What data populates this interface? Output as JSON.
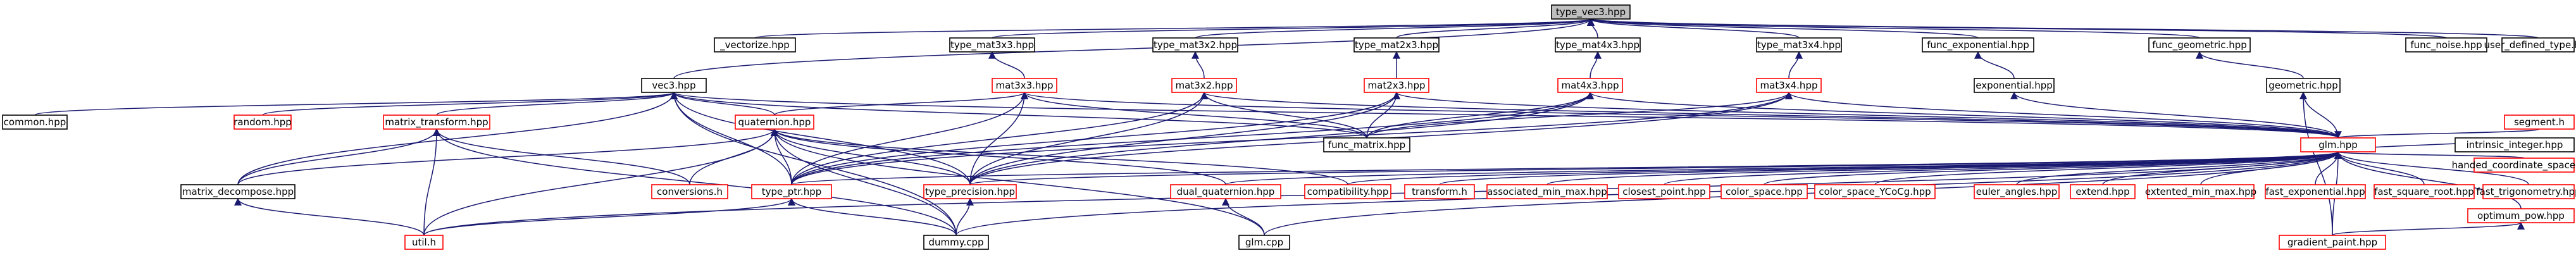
{
  "graph": {
    "edge_colors": {
      "black": "#191970",
      "red": "#63b8ff"
    },
    "node_border_colors": {
      "black": "#000000",
      "red": "#ff0000"
    },
    "root_fill": "#bfbfbf",
    "nodes": [
      {
        "id": "type_vec3_hpp",
        "label": "type_vec3.hpp",
        "style": "root"
      },
      {
        "id": "vectorize_hpp",
        "label": "_vectorize.hpp",
        "style": "black"
      },
      {
        "id": "type_mat3x3_hpp",
        "label": "type_mat3x3.hpp",
        "style": "black"
      },
      {
        "id": "type_mat3x2_hpp",
        "label": "type_mat3x2.hpp",
        "style": "black"
      },
      {
        "id": "type_mat2x3_hpp",
        "label": "type_mat2x3.hpp",
        "style": "black"
      },
      {
        "id": "type_mat4x3_hpp",
        "label": "type_mat4x3.hpp",
        "style": "black"
      },
      {
        "id": "type_mat3x4_hpp",
        "label": "type_mat3x4.hpp",
        "style": "black"
      },
      {
        "id": "func_exponential_hpp",
        "label": "func_exponential.hpp",
        "style": "black"
      },
      {
        "id": "func_geometric_hpp",
        "label": "func_geometric.hpp",
        "style": "black"
      },
      {
        "id": "func_noise_hpp",
        "label": "func_noise.hpp",
        "style": "black"
      },
      {
        "id": "user_defined_type_hpp",
        "label": "user_defined_type.hpp",
        "style": "black"
      },
      {
        "id": "vec3_hpp",
        "label": "vec3.hpp",
        "style": "black"
      },
      {
        "id": "mat3x3_hpp",
        "label": "mat3x3.hpp",
        "style": "red"
      },
      {
        "id": "mat3x2_hpp",
        "label": "mat3x2.hpp",
        "style": "red"
      },
      {
        "id": "mat2x3_hpp",
        "label": "mat2x3.hpp",
        "style": "red"
      },
      {
        "id": "mat4x3_hpp",
        "label": "mat4x3.hpp",
        "style": "red"
      },
      {
        "id": "mat3x4_hpp",
        "label": "mat3x4.hpp",
        "style": "red"
      },
      {
        "id": "exponential_hpp",
        "label": "exponential.hpp",
        "style": "black"
      },
      {
        "id": "geometric_hpp",
        "label": "geometric.hpp",
        "style": "black"
      },
      {
        "id": "common_hpp",
        "label": "common.hpp",
        "style": "black"
      },
      {
        "id": "random_hpp",
        "label": "random.hpp",
        "style": "red"
      },
      {
        "id": "matrix_transform_hpp",
        "label": "matrix_transform.hpp",
        "style": "red"
      },
      {
        "id": "quaternion_hpp",
        "label": "quaternion.hpp",
        "style": "red"
      },
      {
        "id": "func_matrix_hpp",
        "label": "func_matrix.hpp",
        "style": "black"
      },
      {
        "id": "glm_hpp",
        "label": "glm.hpp",
        "style": "red"
      },
      {
        "id": "matrix_decompose_hpp",
        "label": "matrix_decompose.hpp",
        "style": "black"
      },
      {
        "id": "conversions_h",
        "label": "conversions.h",
        "style": "red"
      },
      {
        "id": "type_ptr_hpp",
        "label": "type_ptr.hpp",
        "style": "red"
      },
      {
        "id": "type_precision_hpp",
        "label": "type_precision.hpp",
        "style": "red"
      },
      {
        "id": "dual_quaternion_hpp",
        "label": "dual_quaternion.hpp",
        "style": "red"
      },
      {
        "id": "compatibility_hpp",
        "label": "compatibility.hpp",
        "style": "red"
      },
      {
        "id": "transform_h",
        "label": "transform.h",
        "style": "red"
      },
      {
        "id": "associated_min_max_hpp",
        "label": "associated_min_max.hpp",
        "style": "red"
      },
      {
        "id": "closest_point_hpp",
        "label": "closest_point.hpp",
        "style": "red"
      },
      {
        "id": "color_space_hpp",
        "label": "color_space.hpp",
        "style": "red"
      },
      {
        "id": "color_space_YCoCg_hpp",
        "label": "color_space_YCoCg.hpp",
        "style": "red"
      },
      {
        "id": "euler_angles_hpp",
        "label": "euler_angles.hpp",
        "style": "red"
      },
      {
        "id": "extend_hpp",
        "label": "extend.hpp",
        "style": "red"
      },
      {
        "id": "extented_min_max_hpp",
        "label": "extented_min_max.hpp",
        "style": "red"
      },
      {
        "id": "fast_exponential_hpp",
        "label": "fast_exponential.hpp",
        "style": "red"
      },
      {
        "id": "fast_square_root_hpp",
        "label": "fast_square_root.hpp",
        "style": "red"
      },
      {
        "id": "fast_trigonometry_hpp",
        "label": "fast_trigonometry.hpp",
        "style": "red"
      },
      {
        "id": "handed_coordinate_space_hpp",
        "label": "handed_coordinate_space.hpp",
        "style": "red"
      },
      {
        "id": "segment_h",
        "label": "segment.h",
        "style": "red"
      },
      {
        "id": "intrinsic_integer_hpp",
        "label": "intrinsic_integer.hpp",
        "style": "black"
      },
      {
        "id": "optimum_pow_hpp",
        "label": "optimum_pow.hpp",
        "style": "red"
      },
      {
        "id": "util_h",
        "label": "util.h",
        "style": "red"
      },
      {
        "id": "dummy_cpp",
        "label": "dummy.cpp",
        "style": "black"
      },
      {
        "id": "glm_cpp",
        "label": "glm.cpp",
        "style": "black"
      },
      {
        "id": "gradient_paint_hpp",
        "label": "gradient_paint.hpp",
        "style": "red"
      }
    ],
    "edges": [
      {
        "from": "type_vec3_hpp",
        "to": "vectorize_hpp",
        "style": "black"
      },
      {
        "from": "type_vec3_hpp",
        "to": "type_mat3x3_hpp",
        "style": "black"
      },
      {
        "from": "type_vec3_hpp",
        "to": "type_mat3x2_hpp",
        "style": "black"
      },
      {
        "from": "type_vec3_hpp",
        "to": "type_mat2x3_hpp",
        "style": "black"
      },
      {
        "from": "type_vec3_hpp",
        "to": "type_mat4x3_hpp",
        "style": "black"
      },
      {
        "from": "type_vec3_hpp",
        "to": "type_mat3x4_hpp",
        "style": "black"
      },
      {
        "from": "type_vec3_hpp",
        "to": "func_exponential_hpp",
        "style": "black"
      },
      {
        "from": "type_vec3_hpp",
        "to": "func_geometric_hpp",
        "style": "black"
      },
      {
        "from": "type_vec3_hpp",
        "to": "func_noise_hpp",
        "style": "black"
      },
      {
        "from": "type_vec3_hpp",
        "to": "user_defined_type_hpp",
        "style": "black"
      },
      {
        "from": "type_vec3_hpp",
        "to": "vec3_hpp",
        "style": "black"
      },
      {
        "from": "type_mat3x3_hpp",
        "to": "mat3x3_hpp",
        "style": "black"
      },
      {
        "from": "type_mat3x2_hpp",
        "to": "mat3x2_hpp",
        "style": "black"
      },
      {
        "from": "type_mat2x3_hpp",
        "to": "mat2x3_hpp",
        "style": "black"
      },
      {
        "from": "type_mat4x3_hpp",
        "to": "mat4x3_hpp",
        "style": "black"
      },
      {
        "from": "type_mat3x4_hpp",
        "to": "mat3x4_hpp",
        "style": "black"
      },
      {
        "from": "func_exponential_hpp",
        "to": "exponential_hpp",
        "style": "black"
      },
      {
        "from": "func_geometric_hpp",
        "to": "geometric_hpp",
        "style": "black"
      },
      {
        "from": "vec3_hpp",
        "to": "common_hpp",
        "style": "black"
      },
      {
        "from": "vec3_hpp",
        "to": "random_hpp",
        "style": "black"
      },
      {
        "from": "vec3_hpp",
        "to": "matrix_transform_hpp",
        "style": "black"
      },
      {
        "from": "vec3_hpp",
        "to": "quaternion_hpp",
        "style": "black"
      },
      {
        "from": "vec3_hpp",
        "to": "func_matrix_hpp",
        "style": "black"
      },
      {
        "from": "vec3_hpp",
        "to": "glm_hpp",
        "style": "black"
      },
      {
        "from": "vec3_hpp",
        "to": "matrix_decompose_hpp",
        "style": "black"
      },
      {
        "from": "vec3_hpp",
        "to": "type_ptr_hpp",
        "style": "black"
      },
      {
        "from": "vec3_hpp",
        "to": "type_precision_hpp",
        "style": "black"
      },
      {
        "from": "vec3_hpp",
        "to": "dummy_cpp",
        "style": "black"
      },
      {
        "from": "mat3x3_hpp",
        "to": "quaternion_hpp",
        "style": "black"
      },
      {
        "from": "mat3x3_hpp",
        "to": "func_matrix_hpp",
        "style": "black"
      },
      {
        "from": "mat3x3_hpp",
        "to": "glm_hpp",
        "style": "black"
      },
      {
        "from": "mat3x3_hpp",
        "to": "type_ptr_hpp",
        "style": "black"
      },
      {
        "from": "mat3x3_hpp",
        "to": "type_precision_hpp",
        "style": "black"
      },
      {
        "from": "mat3x2_hpp",
        "to": "func_matrix_hpp",
        "style": "black"
      },
      {
        "from": "mat3x2_hpp",
        "to": "glm_hpp",
        "style": "black"
      },
      {
        "from": "mat3x2_hpp",
        "to": "type_ptr_hpp",
        "style": "black"
      },
      {
        "from": "mat3x2_hpp",
        "to": "type_precision_hpp",
        "style": "black"
      },
      {
        "from": "mat2x3_hpp",
        "to": "func_matrix_hpp",
        "style": "black"
      },
      {
        "from": "mat2x3_hpp",
        "to": "glm_hpp",
        "style": "black"
      },
      {
        "from": "mat2x3_hpp",
        "to": "type_ptr_hpp",
        "style": "black"
      },
      {
        "from": "mat2x3_hpp",
        "to": "type_precision_hpp",
        "style": "black"
      },
      {
        "from": "mat4x3_hpp",
        "to": "func_matrix_hpp",
        "style": "black"
      },
      {
        "from": "mat4x3_hpp",
        "to": "glm_hpp",
        "style": "black"
      },
      {
        "from": "mat4x3_hpp",
        "to": "type_ptr_hpp",
        "style": "black"
      },
      {
        "from": "mat4x3_hpp",
        "to": "type_precision_hpp",
        "style": "black"
      },
      {
        "from": "mat3x4_hpp",
        "to": "func_matrix_hpp",
        "style": "black"
      },
      {
        "from": "mat3x4_hpp",
        "to": "glm_hpp",
        "style": "black"
      },
      {
        "from": "mat3x4_hpp",
        "to": "type_ptr_hpp",
        "style": "black"
      },
      {
        "from": "mat3x4_hpp",
        "to": "type_precision_hpp",
        "style": "black"
      },
      {
        "from": "exponential_hpp",
        "to": "glm_hpp",
        "style": "black"
      },
      {
        "from": "geometric_hpp",
        "to": "glm_hpp",
        "style": "black"
      },
      {
        "from": "geometric_hpp",
        "to": "gradient_paint_hpp",
        "style": "black"
      },
      {
        "from": "matrix_transform_hpp",
        "to": "matrix_decompose_hpp",
        "style": "black"
      },
      {
        "from": "matrix_transform_hpp",
        "to": "conversions_h",
        "style": "black"
      },
      {
        "from": "matrix_transform_hpp",
        "to": "util_h",
        "style": "black"
      },
      {
        "from": "matrix_transform_hpp",
        "to": "dummy_cpp",
        "style": "black"
      },
      {
        "from": "quaternion_hpp",
        "to": "conversions_h",
        "style": "black"
      },
      {
        "from": "quaternion_hpp",
        "to": "type_ptr_hpp",
        "style": "black"
      },
      {
        "from": "quaternion_hpp",
        "to": "type_precision_hpp",
        "style": "black"
      },
      {
        "from": "quaternion_hpp",
        "to": "dual_quaternion_hpp",
        "style": "black"
      },
      {
        "from": "quaternion_hpp",
        "to": "compatibility_hpp",
        "style": "black"
      },
      {
        "from": "quaternion_hpp",
        "to": "matrix_decompose_hpp",
        "style": "black"
      },
      {
        "from": "quaternion_hpp",
        "to": "util_h",
        "style": "black"
      },
      {
        "from": "quaternion_hpp",
        "to": "dummy_cpp",
        "style": "black"
      },
      {
        "from": "quaternion_hpp",
        "to": "glm_cpp",
        "style": "black"
      },
      {
        "from": "glm_hpp",
        "to": "type_ptr_hpp",
        "style": "black"
      },
      {
        "from": "glm_hpp",
        "to": "type_precision_hpp",
        "style": "black"
      },
      {
        "from": "glm_hpp",
        "to": "dual_quaternion_hpp",
        "style": "black"
      },
      {
        "from": "glm_hpp",
        "to": "compatibility_hpp",
        "style": "black"
      },
      {
        "from": "glm_hpp",
        "to": "transform_h",
        "style": "black"
      },
      {
        "from": "glm_hpp",
        "to": "associated_min_max_hpp",
        "style": "black"
      },
      {
        "from": "glm_hpp",
        "to": "closest_point_hpp",
        "style": "black"
      },
      {
        "from": "glm_hpp",
        "to": "color_space_hpp",
        "style": "black"
      },
      {
        "from": "glm_hpp",
        "to": "color_space_YCoCg_hpp",
        "style": "black"
      },
      {
        "from": "glm_hpp",
        "to": "euler_angles_hpp",
        "style": "black"
      },
      {
        "from": "glm_hpp",
        "to": "extend_hpp",
        "style": "black"
      },
      {
        "from": "glm_hpp",
        "to": "extented_min_max_hpp",
        "style": "black"
      },
      {
        "from": "glm_hpp",
        "to": "fast_exponential_hpp",
        "style": "black"
      },
      {
        "from": "glm_hpp",
        "to": "fast_square_root_hpp",
        "style": "black"
      },
      {
        "from": "glm_hpp",
        "to": "fast_trigonometry_hpp",
        "style": "black"
      },
      {
        "from": "glm_hpp",
        "to": "handed_coordinate_space_hpp",
        "style": "black"
      },
      {
        "from": "glm_hpp",
        "to": "segment_h",
        "style": "black"
      },
      {
        "from": "glm_hpp",
        "to": "intrinsic_integer_hpp",
        "style": "black"
      },
      {
        "from": "glm_hpp",
        "to": "optimum_pow_hpp",
        "style": "black"
      },
      {
        "from": "glm_hpp",
        "to": "gradient_paint_hpp",
        "style": "black"
      },
      {
        "from": "glm_hpp",
        "to": "util_h",
        "style": "black"
      },
      {
        "from": "glm_hpp",
        "to": "dummy_cpp",
        "style": "black"
      },
      {
        "from": "glm_hpp",
        "to": "glm_cpp",
        "style": "black"
      },
      {
        "from": "type_ptr_hpp",
        "to": "util_h",
        "style": "black"
      },
      {
        "from": "type_ptr_hpp",
        "to": "dummy_cpp",
        "style": "black"
      },
      {
        "from": "type_precision_hpp",
        "to": "dummy_cpp",
        "style": "black"
      },
      {
        "from": "dual_quaternion_hpp",
        "to": "glm_cpp",
        "style": "black"
      },
      {
        "from": "matrix_decompose_hpp",
        "to": "util_h",
        "style": "black"
      },
      {
        "from": "optimum_pow_hpp",
        "to": "gradient_paint_hpp",
        "style": "black"
      }
    ]
  }
}
